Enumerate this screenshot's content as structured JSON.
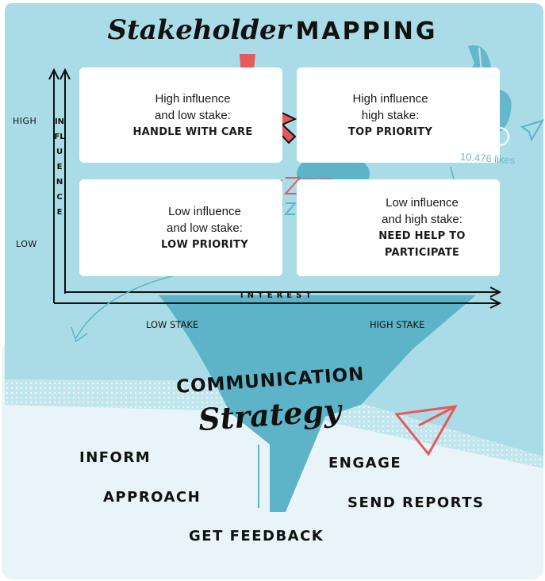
{
  "title": {
    "script": "Stakeholder",
    "caps": "MAPPING"
  },
  "axes": {
    "y_title": "INFLUENCE",
    "y_high": "HIGH",
    "y_low": "LOW",
    "x_title": "INTEREST",
    "x_low": "LOW STAKE",
    "x_high": "HIGH STAKE"
  },
  "quadrants": {
    "top_left": {
      "line1": "High influence",
      "line2": "and low stake:",
      "label": "HANDLE WITH CARE"
    },
    "top_right": {
      "line1": "High influence",
      "line2": "high stake:",
      "label": "TOP PRIORITY"
    },
    "bottom_left": {
      "line1": "Low influence",
      "line2": "and low stake:",
      "label": "LOW PRIORITY"
    },
    "bottom_right": {
      "line1": "Low influence",
      "line2": "and high stake:",
      "label1": "NEED HELP TO",
      "label2": "PARTICIPATE"
    }
  },
  "decor": {
    "likes": "10.476 likes",
    "zzz": "zzzz..."
  },
  "strategy": {
    "line1": "COMMUNICATION",
    "line2": "Strategy",
    "actions": {
      "inform": "INFORM",
      "approach": "APPROACH",
      "get_feedback": "GET FEEDBACK",
      "engage": "ENGAGE",
      "send_reports": "SEND REPORTS"
    }
  },
  "colors": {
    "teal_light": "#a9dce6",
    "teal": "#5db4c9",
    "coral": "#e5595a",
    "pale": "#e8f3f8",
    "ink": "#111111"
  }
}
